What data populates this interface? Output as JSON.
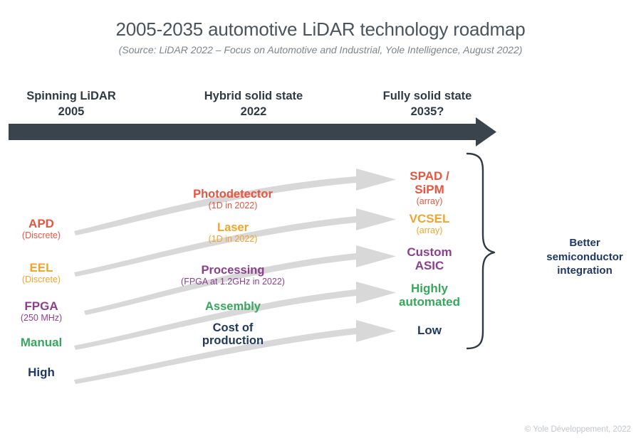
{
  "header": {
    "title": "2005-2035 automotive LiDAR technology roadmap",
    "subtitle": "(Source:  LiDAR 2022 – Focus on Automotive and Industrial, Yole Intelligence, August 2022)"
  },
  "phases": [
    {
      "name": "Spinning LiDAR",
      "year": "2005"
    },
    {
      "name": "Hybrid solid state",
      "year": "2022"
    },
    {
      "name": "Fully solid state",
      "year": "2035?"
    }
  ],
  "timeline": {
    "icon": "right-arrow-icon",
    "color": "#3a444c"
  },
  "rows": [
    {
      "color": "#e8553f",
      "left": {
        "main": "APD",
        "sub": "(Discrete)"
      },
      "middle": {
        "main": "Photodetector",
        "sub": "(1D in 2022)"
      },
      "right": {
        "main": "SPAD /\nSiPM",
        "sub": "(array)"
      }
    },
    {
      "color": "#f2a42b",
      "left": {
        "main": "EEL",
        "sub": "(Discrete)"
      },
      "middle": {
        "main": "Laser",
        "sub": "(1D in 2022)"
      },
      "right": {
        "main": "VCSEL",
        "sub": "(array)"
      }
    },
    {
      "color": "#8c3f8f",
      "left": {
        "main": "FPGA",
        "sub": "(250 MHz)"
      },
      "middle": {
        "main": "Processing",
        "sub": "(FPGA at 1.2GHz in 2022)"
      },
      "right": {
        "main": "Custom\nASIC",
        "sub": ""
      }
    },
    {
      "color": "#35a85c",
      "left": {
        "main": "Manual",
        "sub": ""
      },
      "middle": {
        "main": "Assembly",
        "sub": ""
      },
      "right": {
        "main": "Highly\nautomated",
        "sub": ""
      }
    },
    {
      "color": "#1f3864",
      "left": {
        "main": "High",
        "sub": ""
      },
      "middle": {
        "main": "Cost of\nproduction",
        "sub": ""
      },
      "right": {
        "main": "Low",
        "sub": ""
      }
    }
  ],
  "flow_arrows": {
    "count": 5,
    "color": "#d8d8d8",
    "icon": "curved-arrow-icon"
  },
  "brace": {
    "icon": "curly-brace-icon",
    "color": "#2f3a44"
  },
  "annotation": {
    "line1": "Better",
    "line2": "semiconductor",
    "line3": "integration"
  },
  "footer": {
    "copyright": "© Yole Développement, 2022"
  }
}
